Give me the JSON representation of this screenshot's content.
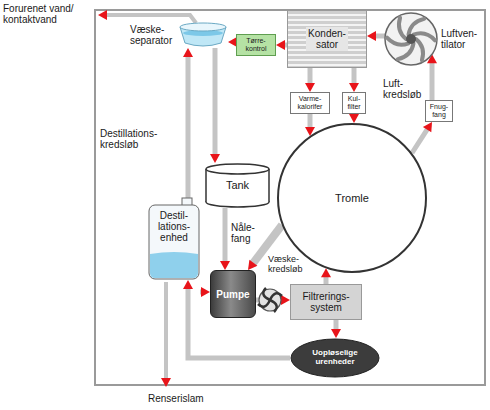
{
  "diagram": {
    "nodes": [
      {
        "text": [
          "Væske- separator"
        ]
      },
      {
        "text": [
          "Tørre- kontrol"
        ]
      },
      {
        "text": [
          "Konden- sator"
        ]
      },
      {
        "text": [
          "Luftven- tilator"
        ]
      },
      {
        "text": [
          "Varme- kalorifer"
        ]
      },
      {
        "text": [
          "Kul- filter"
        ]
      },
      {
        "text": [
          "Fnug- fang"
        ]
      },
      {
        "text": [
          "Tromle"
        ]
      },
      {
        "text": [
          "Tank"
        ]
      },
      {
        "text": [
          "Destil- lations- enhed"
        ]
      },
      {
        "text": [
          "Pumpe"
        ]
      },
      {
        "text": [
          "Filtrerings- system"
        ]
      },
      {
        "text": [
          "Uopløselige urenheder"
        ]
      }
    ],
    "edges": [
      {
        "from": 0,
        "to": 8,
        "arrow": "to"
      },
      {
        "from": 1,
        "to": 0,
        "arrow": "to"
      },
      {
        "from": 2,
        "to": 1,
        "arrow": "to"
      },
      {
        "from": 3,
        "to": 2,
        "arrow": "to"
      },
      {
        "from": 2,
        "to": 4,
        "arrow": "to"
      },
      {
        "from": 4,
        "to": 7,
        "arrow": "to"
      },
      {
        "from": 2,
        "to": 5,
        "arrow": "to"
      },
      {
        "from": 5,
        "to": 7,
        "arrow": "to"
      },
      {
        "from": 7,
        "to": 6,
        "arrow": "to"
      },
      {
        "from": 6,
        "to": 3,
        "arrow": "to"
      },
      {
        "from": 8,
        "to": 10,
        "arrow": "to"
      },
      {
        "from": 7,
        "to": 10,
        "arrow": "to"
      },
      {
        "from": 10,
        "to": 11,
        "arrow": "to"
      },
      {
        "from": 11,
        "to": 7,
        "arrow": "to"
      },
      {
        "from": 11,
        "to": 12,
        "arrow": "to"
      },
      {
        "from": 12,
        "to": 9,
        "arrow": "to"
      },
      {
        "from": 9,
        "to": 10,
        "arrow": "to"
      },
      {
        "from": 9,
        "to": 0,
        "arrow": "to"
      }
    ],
    "labels": [
      "Forurenet vand/ kontaktvand",
      "Destillations- kredsløb",
      "Luft- kredsløb",
      "Nåle- fang",
      "Væske- kredsløb",
      "Renserislam"
    ]
  }
}
